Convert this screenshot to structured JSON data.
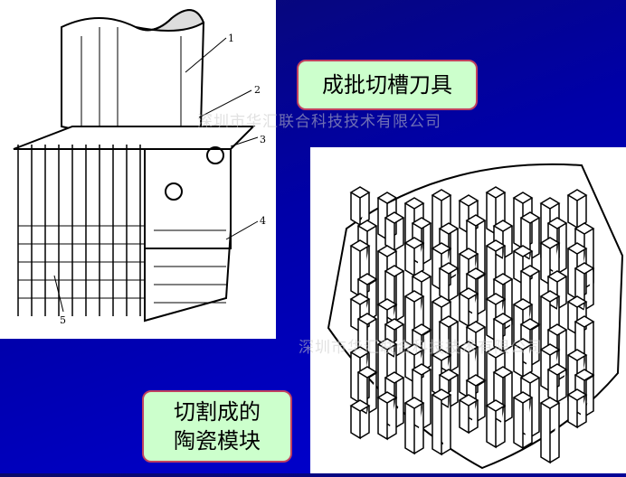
{
  "labels": {
    "cutter": "成批切槽刀具",
    "ceramic_line1": "切割成的",
    "ceramic_line2": "陶瓷模块"
  },
  "figure_callouts": [
    "1",
    "2",
    "3",
    "4",
    "5"
  ],
  "watermark": "深圳市华汇联合科技技术有限公司",
  "colors": {
    "label_bg": "#ccffcc",
    "label_border": "#c04060",
    "background": "#0000c0"
  }
}
